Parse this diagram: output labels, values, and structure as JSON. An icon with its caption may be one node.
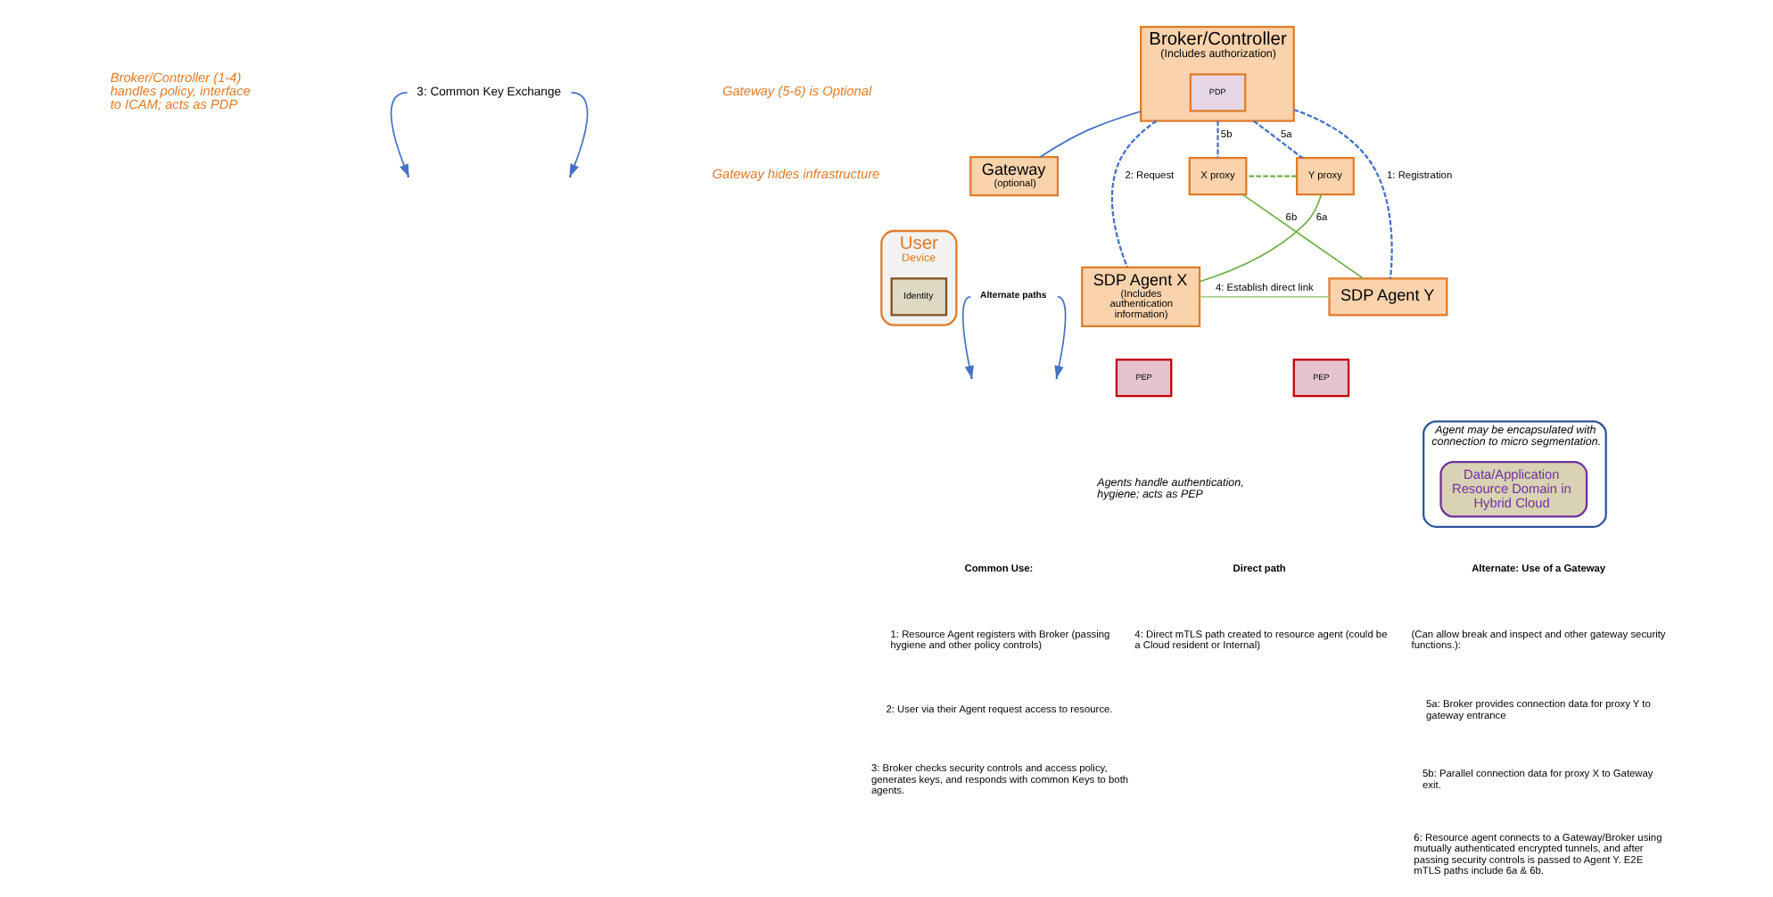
{
  "diagram": {
    "nodes": [
      {
        "text": [
          "3: Common Key Exchange"
        ]
      },
      {
        "text": [
          "Broker/Controller",
          "(Includes authorization)"
        ]
      },
      {
        "text": [
          "PDP"
        ],
        "in": 1
      },
      {
        "text": [
          "User",
          "Device"
        ]
      },
      {
        "text": [
          "Identity"
        ],
        "in": 3
      },
      {
        "text": [
          "Gateway",
          "(optional)"
        ]
      },
      {
        "text": [
          "Y proxy"
        ]
      },
      {
        "text": [
          "X proxy"
        ]
      },
      {
        "text": [
          "Alternate paths"
        ]
      },
      {
        "text": [
          "SDP Agent X",
          "(Includes authentication information)"
        ]
      },
      {
        "text": [
          "PEP"
        ]
      },
      {
        "text": [
          "Agent may be encapsulated with connection to micro segmentation."
        ]
      },
      {
        "text": [
          "Data/Application Resource Domain in Hybrid Cloud"
        ],
        "in": 11
      },
      {
        "text": [
          "SDP Agent Y"
        ]
      },
      {
        "text": [
          "PEP"
        ]
      }
    ],
    "edges": [
      {
        "from": 0,
        "to": null,
        "arrow": "to"
      },
      {
        "from": 0,
        "to": null,
        "arrow": "to"
      },
      {
        "from": 1,
        "to": 9,
        "arrow": "none",
        "label": "2: Request",
        "style": "dashed"
      },
      {
        "from": 1,
        "to": 13,
        "arrow": "none",
        "label": "1: Registration",
        "style": "dashed"
      },
      {
        "from": 1,
        "to": 5,
        "arrow": "none"
      },
      {
        "from": 1,
        "to": 6,
        "arrow": "none",
        "label": "5a",
        "style": "dashed"
      },
      {
        "from": 1,
        "to": 7,
        "arrow": "none",
        "label": "5b",
        "style": "dashed"
      },
      {
        "from": 6,
        "to": 7,
        "arrow": "none",
        "style": "dashed",
        "color": "#70ad47"
      },
      {
        "from": 9,
        "to": 6,
        "arrow": "none",
        "label": "6a",
        "color": "#70ad47"
      },
      {
        "from": 7,
        "to": 13,
        "arrow": "none",
        "label": "6b",
        "color": "#70ad47"
      },
      {
        "from": 9,
        "to": 13,
        "arrow": "none",
        "label": "4: Establish direct link",
        "color": "#a9d18e"
      },
      {
        "from": 8,
        "to": null,
        "arrow": "to"
      },
      {
        "from": 8,
        "to": null,
        "arrow": "to"
      }
    ],
    "labels": [
      "Broker/Controller (1-4) handles policy, interface to ICAM; acts as PDP",
      "Gateway (5-6) is Optional",
      "Gateway hides infrastructure",
      "Agents handle authentication, hygiene; acts as PEP",
      "Common Use:",
      "1: Resource Agent registers with Broker (passing hygiene and other policy controls)",
      "2: User via their Agent request access to resource.",
      "3: Broker checks security controls and access policy, generates keys, and responds with common Keys to both agents.",
      "Direct path",
      "4: Direct mTLS path created to resource agent (could be a Cloud resident or Internal)",
      "Alternate: Use of a Gateway",
      "(Can allow break and inspect and other gateway security functions.):",
      "5a: Broker provides connection data for proxy Y to gateway entrance",
      "5b: Parallel connection data for proxy X to Gateway exit.",
      "6: Resource agent connects to a Gateway/Broker using mutually authenticated encrypted tunnels, and after passing security controls is passed to Agent Y. E2E mTLS paths include 6a & 6b."
    ]
  }
}
